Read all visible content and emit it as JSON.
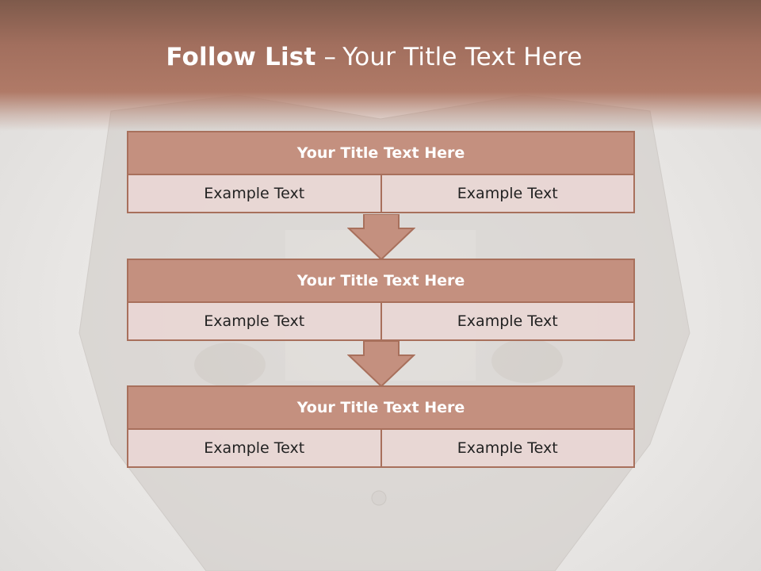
{
  "slide": {
    "title_bold": "Follow List",
    "title_dash": "–",
    "title_rest": "Your Title Text Here"
  },
  "blocks": [
    {
      "title": "Your Title Text Here",
      "cells": [
        "Example Text",
        "Example Text"
      ]
    },
    {
      "title": "Your Title Text Here",
      "cells": [
        "Example Text",
        "Example Text"
      ]
    },
    {
      "title": "Your Title Text Here",
      "cells": [
        "Example Text",
        "Example Text"
      ]
    }
  ],
  "colors": {
    "header": "#a26f5e",
    "title_bar": "#c4907f",
    "border": "#a8705c",
    "cell": "#e8d6d4"
  }
}
